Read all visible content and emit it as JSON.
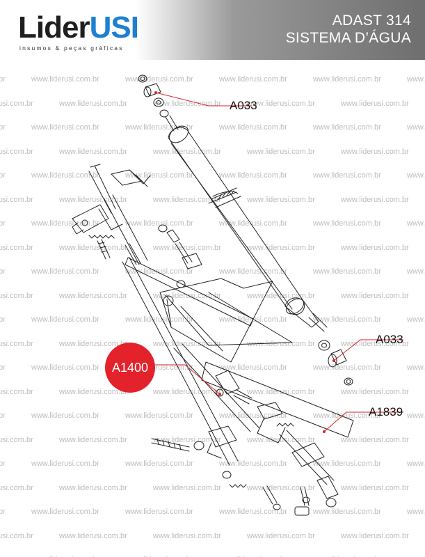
{
  "brand": {
    "name_part1": "Lider",
    "name_part2": "USI",
    "tagline": "insumos & peças gráficas",
    "accent_color": "#1f7fd0"
  },
  "header": {
    "title_line1": "ADAST 314",
    "title_line2": "SISTEMA D’ÁGUA"
  },
  "watermark": {
    "text": "www.liderusi.com.br"
  },
  "callouts": {
    "a033_top": "A033",
    "a033_right": "A033",
    "a1839": "A1839",
    "a1400": "A1400"
  },
  "colors": {
    "callout_red": "#e3222b",
    "leader_line": "#d9222a",
    "drawing_line": "#222222"
  }
}
